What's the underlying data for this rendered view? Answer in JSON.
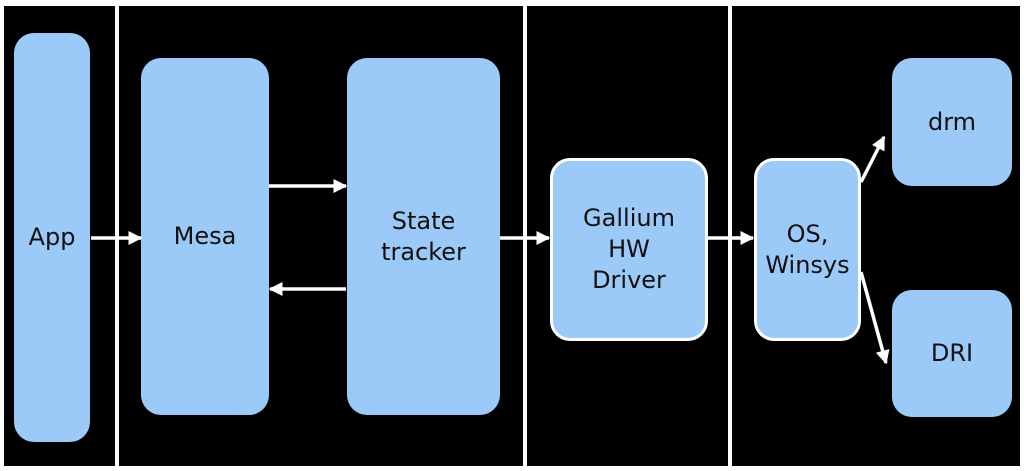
{
  "diagram": {
    "boxes": {
      "app": "App",
      "mesa": "Mesa",
      "state_tracker": "State\ntracker",
      "gallium": "Gallium\nHW\nDriver",
      "os": "OS,\nWinsys",
      "drm": "drm",
      "dri": "DRI"
    }
  }
}
